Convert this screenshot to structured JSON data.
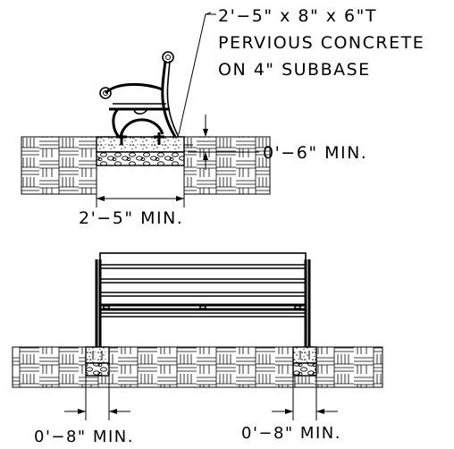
{
  "side_view": {
    "callout_line1": "2'−5\" x 8\" x 6\"T",
    "callout_line2": "PERVIOUS CONCRETE",
    "callout_line3": "ON 4\" SUBBASE",
    "depth_dim": "0'−6\" MIN.",
    "width_dim": "2'−5\" MIN."
  },
  "front_view": {
    "left_footing_dim": "0'−8\" MIN.",
    "right_footing_dim": "0'−8\" MIN."
  }
}
